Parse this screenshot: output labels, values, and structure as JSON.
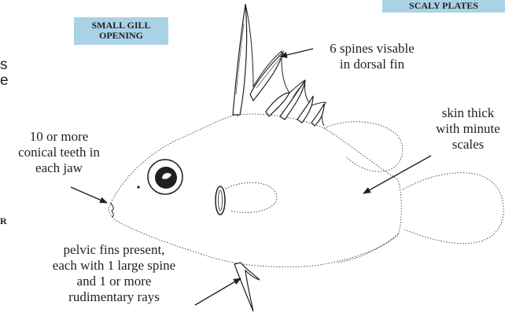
{
  "badges": {
    "small_gill_opening": [
      "SMALL GILL",
      "OPENING"
    ],
    "scaly_plates": "SCALY PLATES"
  },
  "fragments": {
    "left_s": "s",
    "left_e": "e",
    "left_r": "R"
  },
  "labels": {
    "dorsal_spines": [
      "6 spines visable",
      "in dorsal fin"
    ],
    "teeth": [
      "10 or more",
      "conical teeth in",
      "each jaw"
    ],
    "skin": [
      "skin thick",
      "with minute",
      "scales"
    ],
    "pelvic_fins": [
      "pelvic fins present,",
      "each with 1 large spine",
      "and 1 or more",
      "rudimentary rays"
    ]
  },
  "colors": {
    "badge_background": "#a9d2e6",
    "ink": "#231f20"
  }
}
